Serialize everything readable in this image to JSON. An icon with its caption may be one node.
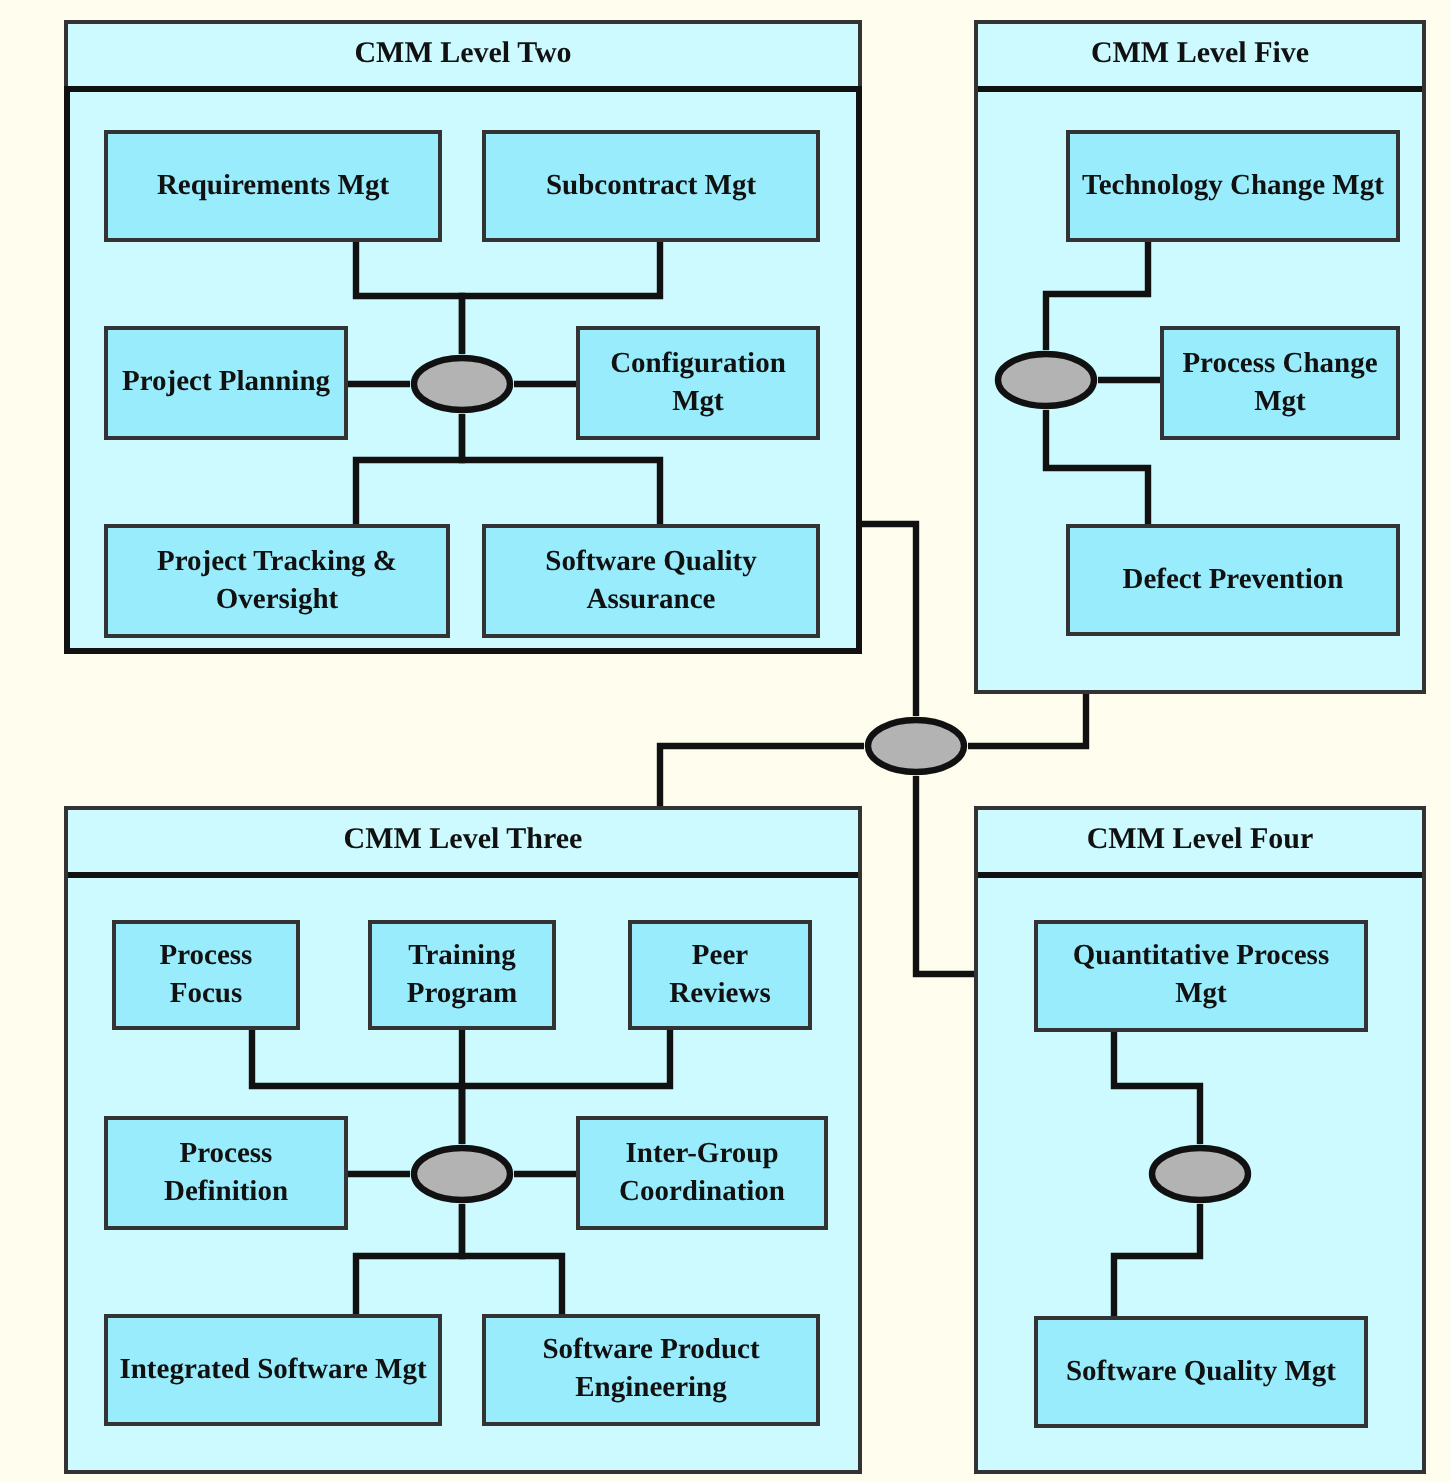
{
  "diagram": {
    "nodes": [
      {
        "text": [
          "CMM Level Two"
        ]
      },
      {
        "text": [
          "Requirements Mgt"
        ],
        "in": 0
      },
      {
        "text": [
          "Subcontract Mgt"
        ],
        "in": 0
      },
      {
        "text": [
          "Project Planning"
        ],
        "in": 0
      },
      {
        "text": [],
        "shape": "ellipse",
        "in": 0
      },
      {
        "text": [
          "Configuration Mgt"
        ],
        "in": 0
      },
      {
        "text": [
          "Project Tracking & Oversight"
        ],
        "in": 0
      },
      {
        "text": [
          "Software Quality Assurance"
        ],
        "in": 0
      },
      {
        "text": [
          "CMM Level Five"
        ]
      },
      {
        "text": [
          "Technology Change Mgt"
        ],
        "in": 8
      },
      {
        "text": [],
        "shape": "ellipse",
        "in": 8
      },
      {
        "text": [
          "Process Change Mgt"
        ],
        "in": 8
      },
      {
        "text": [
          "Defect Prevention"
        ],
        "in": 8
      },
      {
        "text": [],
        "shape": "ellipse"
      },
      {
        "text": [
          "CMM Level Three"
        ]
      },
      {
        "text": [
          "Process Focus"
        ],
        "in": 14
      },
      {
        "text": [
          "Training Program"
        ],
        "in": 14
      },
      {
        "text": [
          "Peer Reviews"
        ],
        "in": 14
      },
      {
        "text": [
          "Process Definition"
        ],
        "in": 14
      },
      {
        "text": [],
        "shape": "ellipse",
        "in": 14
      },
      {
        "text": [
          "Inter-Group Coordination"
        ],
        "in": 14
      },
      {
        "text": [
          "Integrated Software Mgt"
        ],
        "in": 14
      },
      {
        "text": [
          "Software Product Engineering"
        ],
        "in": 14
      },
      {
        "text": [
          "CMM Level Four"
        ]
      },
      {
        "text": [
          "Quantitative Process Mgt"
        ],
        "in": 23
      },
      {
        "text": [],
        "shape": "ellipse",
        "in": 23
      },
      {
        "text": [
          "Software Quality Mgt"
        ],
        "in": 23
      }
    ],
    "edges": [
      {
        "from": 4,
        "to": 1,
        "arrow": "none"
      },
      {
        "from": 4,
        "to": 2,
        "arrow": "none"
      },
      {
        "from": 4,
        "to": 3,
        "arrow": "none"
      },
      {
        "from": 4,
        "to": 5,
        "arrow": "none"
      },
      {
        "from": 4,
        "to": 6,
        "arrow": "none"
      },
      {
        "from": 4,
        "to": 7,
        "arrow": "none"
      },
      {
        "from": 10,
        "to": 9,
        "arrow": "none"
      },
      {
        "from": 10,
        "to": 11,
        "arrow": "none"
      },
      {
        "from": 10,
        "to": 12,
        "arrow": "none"
      },
      {
        "from": 13,
        "to": 0,
        "arrow": "none"
      },
      {
        "from": 13,
        "to": 8,
        "arrow": "none"
      },
      {
        "from": 13,
        "to": 14,
        "arrow": "none"
      },
      {
        "from": 13,
        "to": 23,
        "arrow": "none"
      },
      {
        "from": 19,
        "to": 15,
        "arrow": "none"
      },
      {
        "from": 19,
        "to": 16,
        "arrow": "none"
      },
      {
        "from": 19,
        "to": 17,
        "arrow": "none"
      },
      {
        "from": 19,
        "to": 18,
        "arrow": "none"
      },
      {
        "from": 19,
        "to": 20,
        "arrow": "none"
      },
      {
        "from": 19,
        "to": 21,
        "arrow": "none"
      },
      {
        "from": 19,
        "to": 22,
        "arrow": "none"
      },
      {
        "from": 25,
        "to": 24,
        "arrow": "none"
      },
      {
        "from": 25,
        "to": 26,
        "arrow": "none"
      }
    ]
  }
}
